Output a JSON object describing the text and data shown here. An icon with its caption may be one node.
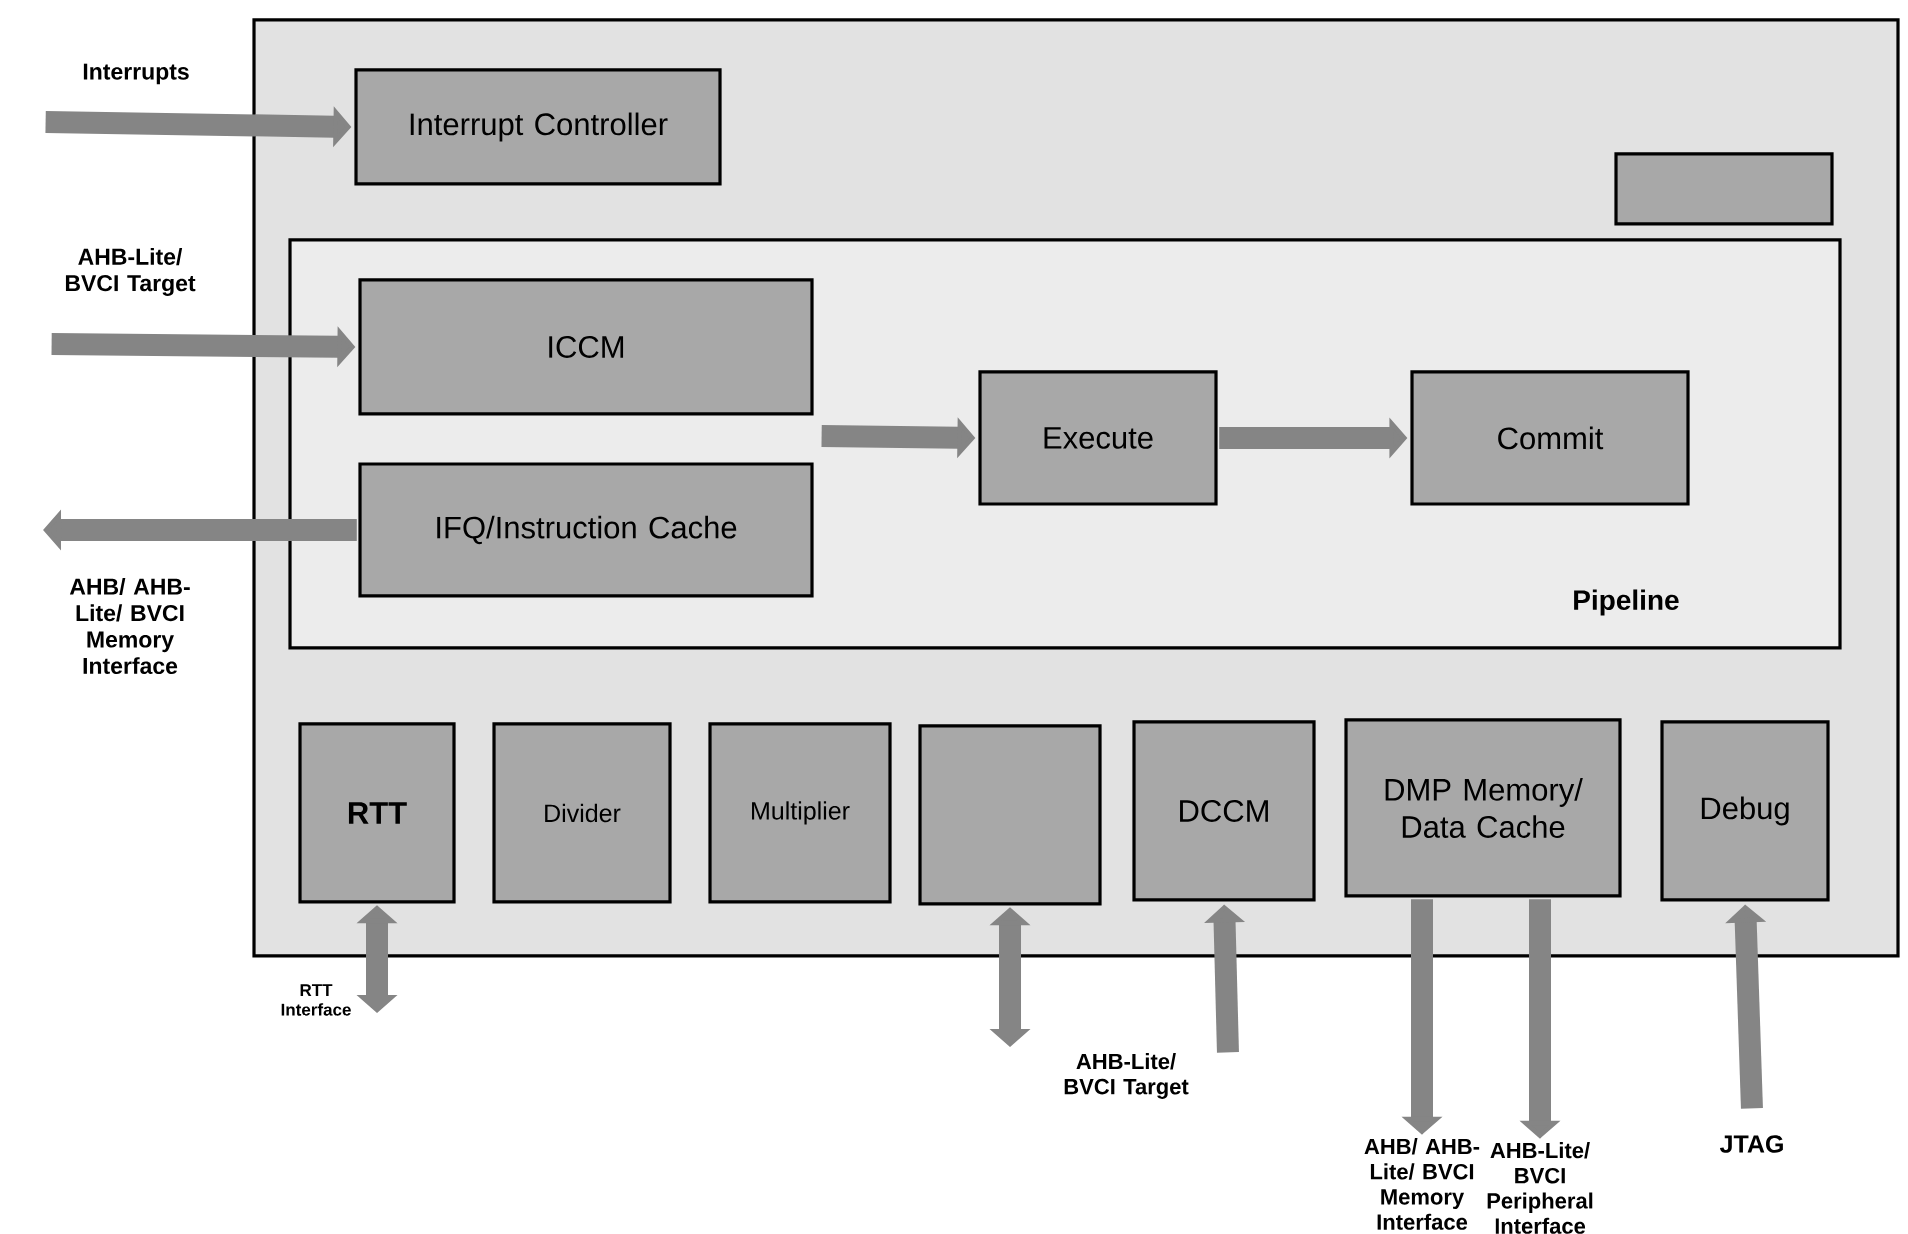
{
  "diagram": {
    "nodes": [
      {
        "text": [],
        "shape": "box"
      },
      {
        "text": [
          "Interrupt Controller"
        ],
        "in": 0
      },
      {
        "text": [],
        "shape": "box",
        "in": 0
      },
      {
        "text": [
          "Pipeline"
        ],
        "in": 0
      },
      {
        "text": [
          "ICCM"
        ],
        "in": 3
      },
      {
        "text": [
          "IFQ/Instruction Cache"
        ],
        "in": 3
      },
      {
        "text": [
          "Execute"
        ],
        "in": 3
      },
      {
        "text": [
          "Commit"
        ],
        "in": 3
      },
      {
        "text": [
          "RTT"
        ],
        "in": 0
      },
      {
        "text": [
          "Divider"
        ],
        "in": 0
      },
      {
        "text": [
          "Multiplier"
        ],
        "in": 0
      },
      {
        "text": [],
        "shape": "box",
        "in": 0
      },
      {
        "text": [
          "DCCM"
        ],
        "in": 0
      },
      {
        "text": [
          "DMP Memory/ Data Cache"
        ],
        "in": 0
      },
      {
        "text": [
          "Debug"
        ],
        "in": 0
      },
      {
        "text": [
          "RTT Interface"
        ]
      },
      {
        "text": [
          "AHB/ AHB-Lite/ BVCI Memory Interface"
        ]
      },
      {
        "text": [
          "AHB-Lite/ BVCI Peripheral Interface"
        ]
      }
    ],
    "edges": [
      {
        "from": null,
        "to": 1,
        "arrow": "to"
      },
      {
        "from": null,
        "to": 4,
        "arrow": "to"
      },
      {
        "from": 5,
        "to": null,
        "arrow": "to"
      },
      {
        "from": null,
        "to": 6,
        "arrow": "to"
      },
      {
        "from": 6,
        "to": 7,
        "arrow": "to"
      },
      {
        "from": 8,
        "to": 15,
        "arrow": "both"
      },
      {
        "from": 11,
        "to": null,
        "arrow": "both"
      },
      {
        "from": null,
        "to": 12,
        "arrow": "to"
      },
      {
        "from": 13,
        "to": 16,
        "arrow": "to"
      },
      {
        "from": 13,
        "to": 17,
        "arrow": "to"
      },
      {
        "from": null,
        "to": 14,
        "arrow": "to"
      }
    ],
    "labels": [
      "Interrupts",
      "AHB-Lite/ BVCI Target",
      "AHB/ AHB-Lite/ BVCI Memory Interface",
      "AHB-Lite/ BVCI Target",
      "JTAG"
    ]
  }
}
